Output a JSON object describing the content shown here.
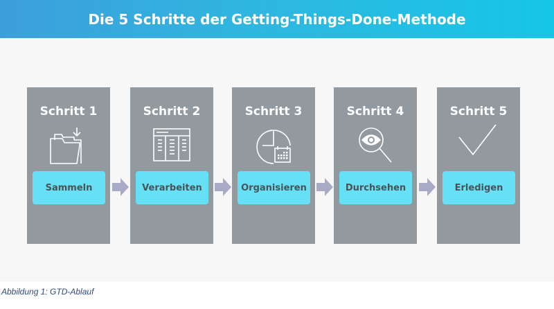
{
  "header": {
    "title": "Die 5 Schritte der Getting-Things-Done-Methode"
  },
  "steps": [
    {
      "label": "Schritt 1",
      "action": "Sammeln",
      "icon": "folder-download-icon"
    },
    {
      "label": "Schritt 2",
      "action": "Verarbeiten",
      "icon": "table-list-icon"
    },
    {
      "label": "Schritt 3",
      "action": "Organisieren",
      "icon": "clock-calendar-icon"
    },
    {
      "label": "Schritt 4",
      "action": "Durchsehen",
      "icon": "magnifier-eye-icon"
    },
    {
      "label": "Schritt 5",
      "action": "Erledigen",
      "icon": "checkmark-icon"
    }
  ],
  "connector": {
    "icon": "arrow-right-icon",
    "color": "#a9abc6"
  },
  "colors": {
    "header_start": "#3d9edb",
    "header_end": "#16c6e6",
    "step_box": "#929aa0",
    "action_box": "#66e0f4",
    "action_text": "#4a5259",
    "panel": "#f7f7f7",
    "caption": "#2e4a7a"
  },
  "caption": "Abbildung 1: GTD-Ablauf"
}
